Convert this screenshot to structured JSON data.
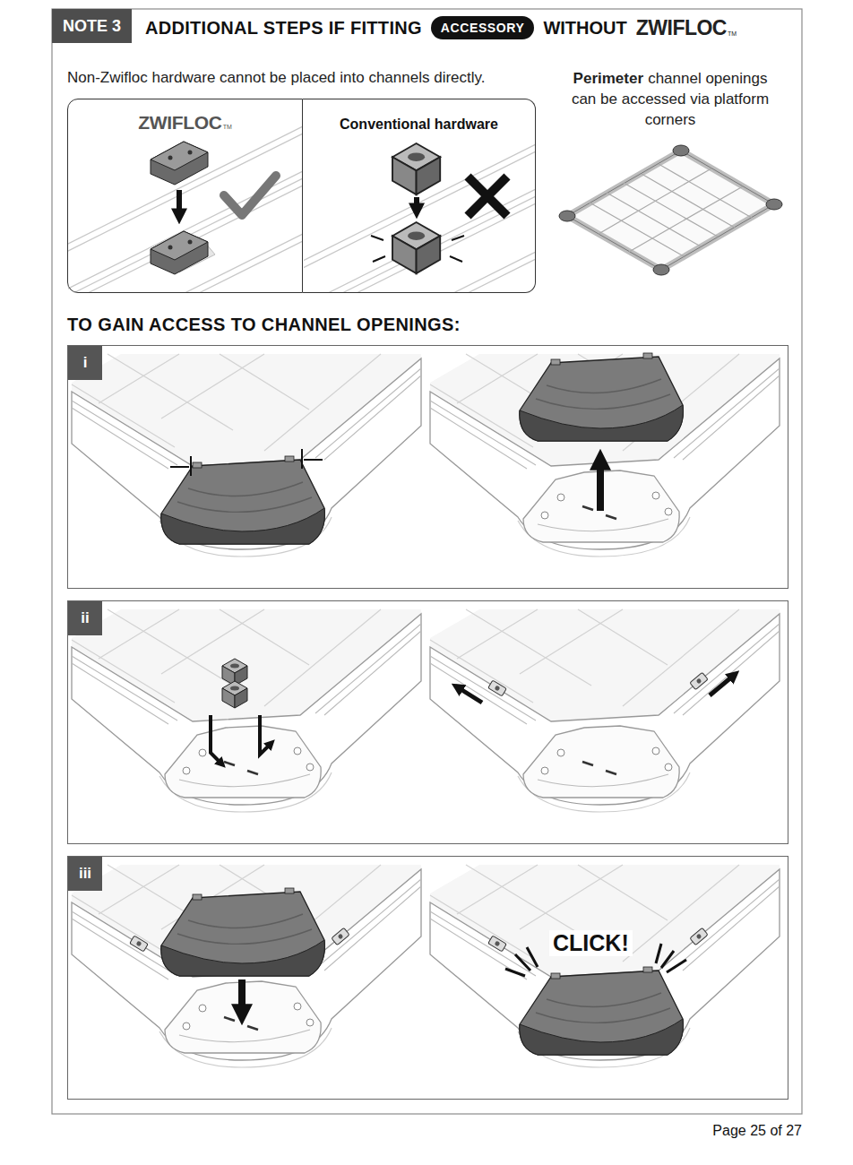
{
  "diagram": {
    "title": "ADDITIONAL STEPS IF FITTING",
    "nodes": [
      {
        "text": [
          "NOTE 3"
        ]
      },
      {
        "text": [
          "ACCESSORY"
        ]
      },
      {
        "text": [
          "ZWIFLOC",
          "TM"
        ]
      },
      {
        "text": [
          "Conventional hardware"
        ]
      },
      {
        "text": [
          "i"
        ]
      },
      {
        "text": [
          "ii"
        ]
      },
      {
        "text": [
          "iii"
        ]
      }
    ],
    "labels": [
      "WITHOUT",
      "ZWIFLOC",
      "TM",
      "Non-Zwifloc hardware cannot be placed into channels directly.",
      "Perimeter",
      "channel openings can be accessed via platform corners",
      "TO GAIN ACCESS TO CHANNEL OPENINGS:",
      "CLICK!",
      "Page 25 of 27"
    ]
  }
}
